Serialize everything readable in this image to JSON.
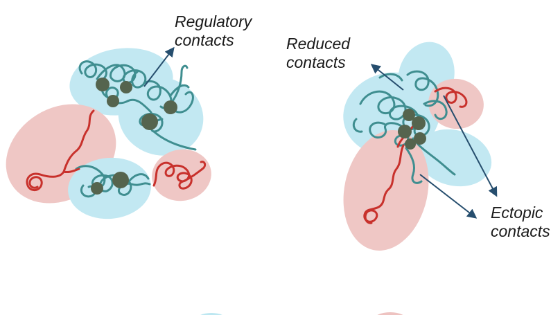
{
  "labels": {
    "regulatory": {
      "line1": "Regulatory",
      "line2": "contacts"
    },
    "reduced": {
      "line1": "Reduced",
      "line2": "contacts"
    },
    "ectopic": {
      "line1": "Ectopic",
      "line2": "contacts"
    }
  },
  "colors": {
    "domain_blue": "#bde7f1",
    "domain_red": "#eec3c1",
    "chromatin_teal": "#3f8e90",
    "chromatin_red": "#c8312c",
    "contact_node": "#55644e",
    "arrow": "#264e6e",
    "text": "#1a1a1a"
  }
}
